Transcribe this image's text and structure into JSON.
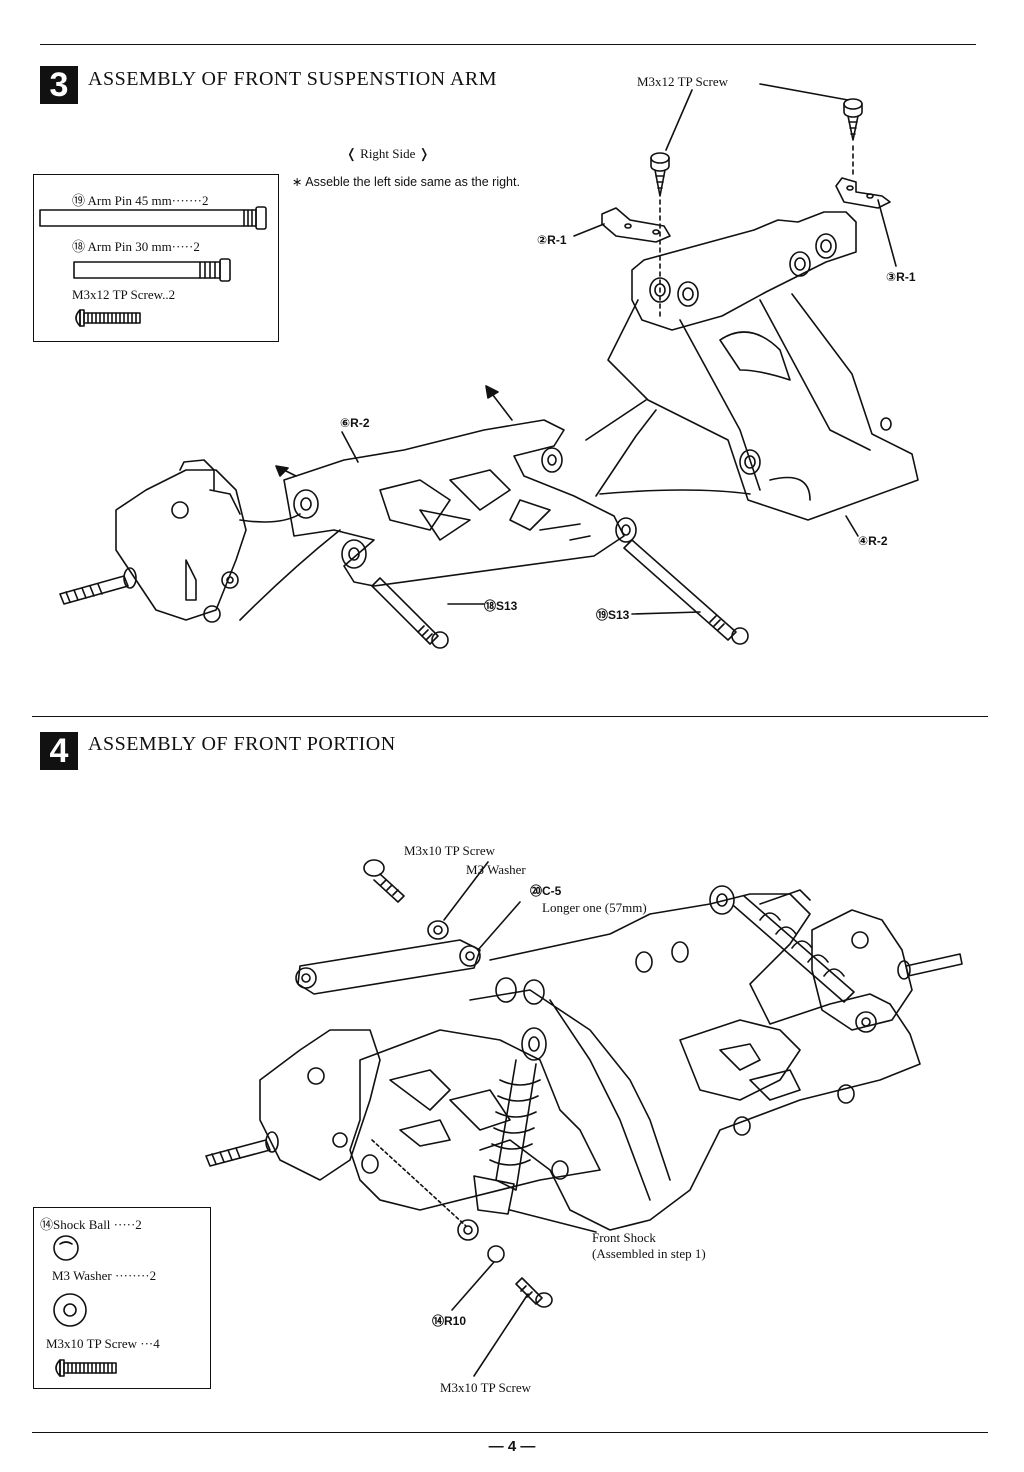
{
  "step3": {
    "number": "3",
    "title": "ASSEMBLY OF FRONT SUSPENSTION ARM",
    "side_label": "❬ Right Side ❭",
    "note": "∗ Asseble the left side same as the right.",
    "parts_box": {
      "items": [
        {
          "label": "⑲ Arm Pin 45 mm·······2"
        },
        {
          "label": "⑱ Arm Pin 30 mm·····2"
        },
        {
          "label": "M3x12 TP Screw..2"
        }
      ]
    },
    "callouts": {
      "screw": "M3x12 TP Screw",
      "r1_left": "②R-1",
      "r1_right": "③R-1",
      "r2_arm": "⑥R-2",
      "r2_mount": "④R-2",
      "s13_a": "⑱S13",
      "s13_b": "⑲S13"
    }
  },
  "step4": {
    "number": "4",
    "title": "ASSEMBLY OF FRONT PORTION",
    "parts_box": {
      "items": [
        {
          "label": "⑭Shock Ball ·····2"
        },
        {
          "label": "M3 Washer ········2"
        },
        {
          "label": "M3x10 TP Screw ···4"
        }
      ]
    },
    "callouts": {
      "screw_top": "M3x10 TP Screw",
      "washer": "M3 Washer",
      "c5": "⑳C-5",
      "longer": "Longer one (57mm)",
      "front_shock": "Front Shock",
      "front_shock_note": "(Assembled in step 1)",
      "r10": "⑭R10",
      "screw_bottom": "M3x10 TP Screw"
    }
  },
  "page_number": "— 4 —"
}
